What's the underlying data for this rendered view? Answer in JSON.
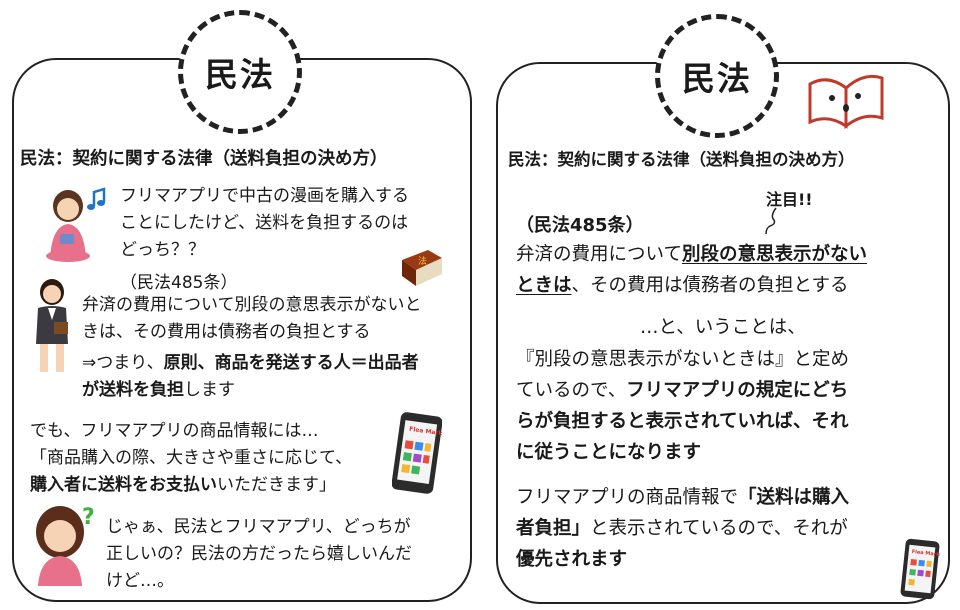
{
  "left": {
    "badge": "民法",
    "heading": "民法：契約に関する法律（送料負担の決め方）",
    "q": [
      "フリマアプリで中古の漫画を購入する",
      "ことにしたけど、送料を負担するのは",
      "どっち？？"
    ],
    "law_ref": "（民法485条）",
    "law": [
      "弁済の費用について別段の意思表示がないと",
      "きは、その費用は債務者の負担とする"
    ],
    "conclusion": {
      "l1a": "⇒つまり、",
      "l1b": "原則、商品を発送する人＝出品者",
      "l2a": "が送料を負担",
      "l2b": "します"
    },
    "app": {
      "l1": "でも、フリマアプリの商品情報には…",
      "l2": "「商品購入の際、大きさや重さに応じて、",
      "l3a": "購入者に送料をお支払い",
      "l3b": "いただきます」"
    },
    "end": [
      "じゃぁ、民法とフリマアプリ、どっちが",
      "正しいの？民法の方だったら嬉しいんだ",
      "けど…。"
    ],
    "book_label": "法",
    "phone_label": "Flea Market"
  },
  "right": {
    "badge": "民法",
    "heading": "民法：契約に関する法律（送料負担の決め方）",
    "note": "注目!!",
    "law_ref": "（民法485条）",
    "law": {
      "l1a": "弁済の費用について",
      "l1b": "別段の意思表示がない",
      "l2a": "ときは",
      "l2b": "、その費用は債務者の負担とする"
    },
    "transition": "…と、いうことは、",
    "expl": {
      "l1": "『別段の意思表示がないときは』と定め",
      "l2a": "ているので、",
      "l2b": "フリマアプリの規定にどち",
      "l3": "らが負担すると表示されていれば、それ",
      "l4": "に従うことになります"
    },
    "final": {
      "l1a": "フリマアプリの商品情報で",
      "l1b": "「送料は購入",
      "l2a": "者負担」",
      "l2b": "と表示されているので、それが",
      "l3": "優先されます"
    },
    "phone_label": "Flea Market"
  }
}
